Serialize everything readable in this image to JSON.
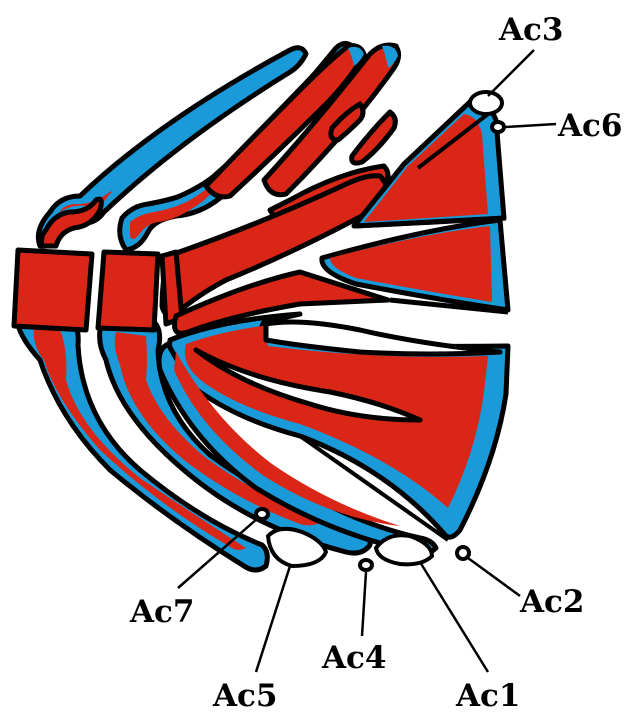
{
  "labels": {
    "ac1": "Ac1",
    "ac2": "Ac2",
    "ac3": "Ac3",
    "ac4": "Ac4",
    "ac5": "Ac5",
    "ac6": "Ac6",
    "ac7": "Ac7"
  },
  "colors": {
    "bone_fill": "#d92616",
    "cartilage_fill": "#1a9ad8",
    "outline": "#000000",
    "background": "#ffffff"
  }
}
